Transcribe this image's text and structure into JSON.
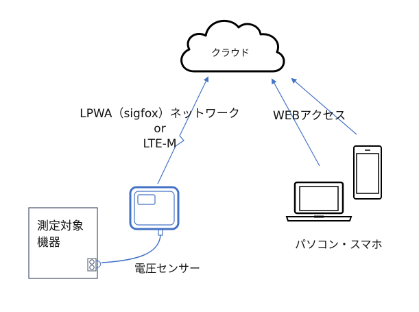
{
  "cloud": {
    "label": "クラウド"
  },
  "network_label": {
    "line1": "LPWA（sigfox）ネットワーク",
    "line2": "or",
    "line3": "LTE-M"
  },
  "web_access_label": "WEBアクセス",
  "device_target": {
    "line1": "測定対象",
    "line2": "機器"
  },
  "sensor_label": "電圧センサー",
  "clients_label": "パソコン・スマホ",
  "colors": {
    "line": "#4472c4",
    "stroke": "#000000"
  }
}
